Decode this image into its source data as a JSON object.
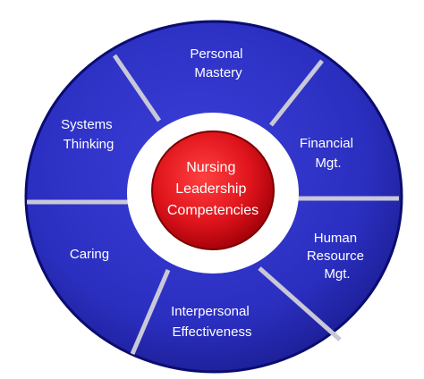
{
  "center": {
    "lines": [
      "Nursing",
      "Leadership",
      "Competencies"
    ]
  },
  "segments": [
    {
      "id": "personal-mastery",
      "lines": [
        "Personal",
        "Mastery"
      ]
    },
    {
      "id": "financial-mgt",
      "lines": [
        "Financial",
        "Mgt."
      ]
    },
    {
      "id": "human-resource-mgt",
      "lines": [
        "Human",
        "Resource",
        "Mgt."
      ]
    },
    {
      "id": "interpersonal-effectiveness",
      "lines": [
        "Interpersonal",
        "Effectiveness"
      ]
    },
    {
      "id": "caring",
      "lines": [
        "Caring"
      ]
    },
    {
      "id": "systems-thinking",
      "lines": [
        "Systems",
        "Thinking"
      ]
    }
  ],
  "colors": {
    "segment_fill": "#2b2fc0",
    "segment_edge": "#0a0c70",
    "hub_fill": "#e0141c",
    "hub_edge": "#7a0000",
    "divider": "#0a0c70",
    "gap_ring": "#ffffff",
    "label": "#ffffff"
  }
}
